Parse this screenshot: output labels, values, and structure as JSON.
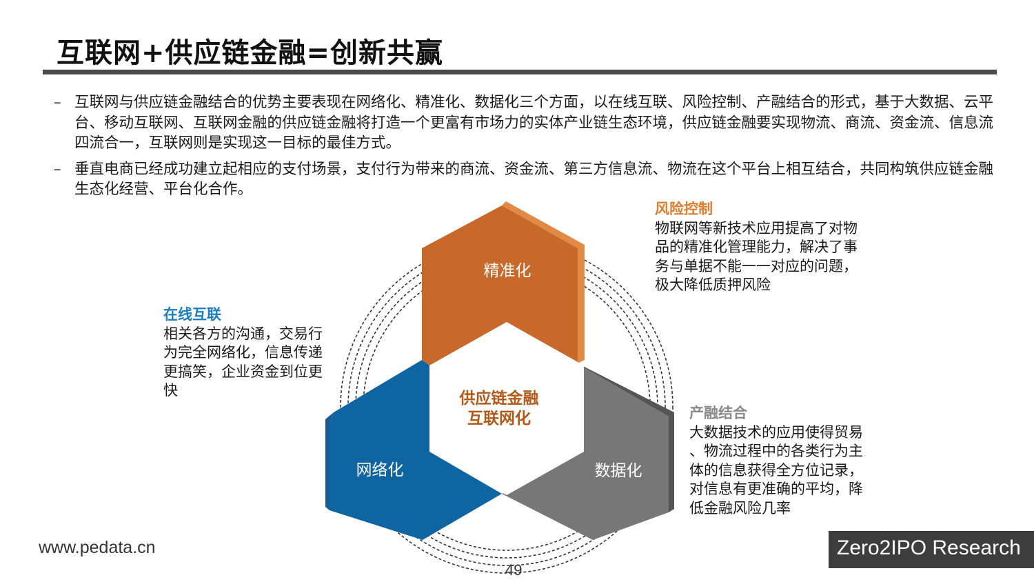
{
  "title": "互联网+供应链金融=创新共赢",
  "bullets": [
    "互联网与供应链金融结合的优势主要表现在网络化、精准化、数据化三个方面，以在线互联、风险控制、产融结合的形式，基于大数据、云平台、移动互联网、互联网金融的供应链金融将打造一个更富有市场力的实体产业链生态环境，供应链金融要实现物流、商流、资金流、信息流四流合一，互联网则是实现这一目标的最佳方式。",
    "垂直电商已经成功建立起相应的支付场景，支付行为带来的商流、资金流、第三方信息流、物流在这个平台上相互结合，共同构筑供应链金融生态化经营、平台化合作。"
  ],
  "bullet_dash": "–",
  "diagram": {
    "center_line1": "供应链金融",
    "center_line2": "互联网化",
    "top_label": "精准化",
    "left_label": "网络化",
    "right_label": "数据化"
  },
  "annotations": {
    "risk": {
      "title": "风险控制",
      "lines": [
        "物联网等新技术应用提高了对物",
        "品的精准化管理能力，解决了事",
        "务与单据不能一一对应的问题，",
        "极大降低质押风险"
      ]
    },
    "online": {
      "title": "在线互联",
      "lines": [
        "相关各方的沟通，交易行",
        "为完全网络化，信息传递",
        "更搞笑，企业资金到位更",
        "快"
      ]
    },
    "industry": {
      "title": "产融结合",
      "lines": [
        "大数据技术的应用使得贸易",
        "、物流过程中的各类行为主",
        "体的信息获得全方位记录，",
        "对信息有更准确的平均，降",
        "低金融风险几率"
      ]
    }
  },
  "footer": {
    "url": "www.pedata.cn",
    "brand": "Zero2IPO Research",
    "page": "49"
  },
  "colors": {
    "orange": "#C8682A",
    "blue": "#0F64A2",
    "gray": "#777777",
    "risk_title": "#E07C2C",
    "online_title": "#1A7DC0",
    "industry_title": "#8A8A8A",
    "center_text": "#B35A1A"
  }
}
